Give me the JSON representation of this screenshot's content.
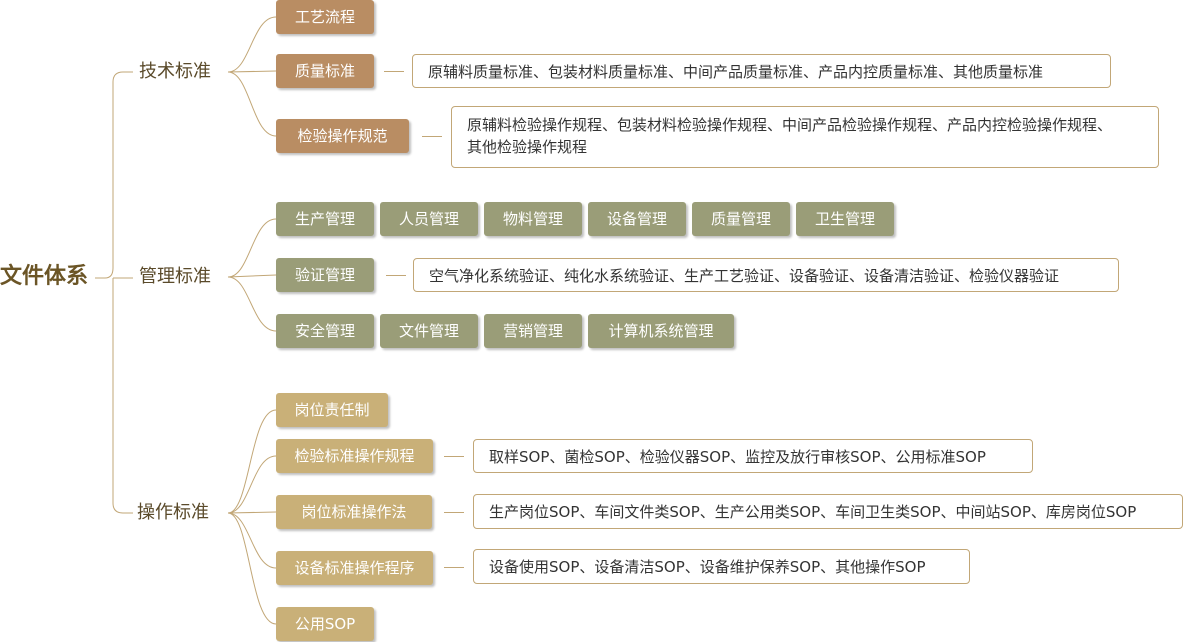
{
  "root": "文件体系",
  "colors": {
    "technical": "#b98d63",
    "management": "#9a9d78",
    "operation": "#c9b078",
    "line": "#c2a777",
    "root_text": "#6b5526"
  },
  "technical": {
    "label": "技术标准",
    "nodes": [
      "工艺流程",
      "质量标准",
      "检验操作规范"
    ],
    "details": {
      "quality": "原辅料质量标准、包装材料质量标准、中间产品质量标准、产品内控质量标准、其他质量标准",
      "inspection_line1": "原辅料检验操作规程、包装材料检验操作规程、中间产品检验操作规程、产品内控检验操作规程、",
      "inspection_line2": "其他检验操作规程"
    }
  },
  "management": {
    "label": "管理标准",
    "row1": [
      "生产管理",
      "人员管理",
      "物料管理",
      "设备管理",
      "质量管理",
      "卫生管理"
    ],
    "validation": "验证管理",
    "validation_detail": "空气净化系统验证、纯化水系统验证、生产工艺验证、设备验证、设备清洁验证、检验仪器验证",
    "row3": [
      "安全管理",
      "文件管理",
      "营销管理",
      "计算机系统管理"
    ]
  },
  "operation": {
    "label": "操作标准",
    "nodes": [
      "岗位责任制",
      "检验标准操作规程",
      "岗位标准操作法",
      "设备标准操作程序",
      "公用SOP"
    ],
    "details": {
      "inspection": "取样SOP、菌检SOP、检验仪器SOP、监控及放行审核SOP、公用标准SOP",
      "post": "生产岗位SOP、车间文件类SOP、生产公用类SOP、车间卫生类SOP、中间站SOP、库房岗位SOP",
      "equipment": "设备使用SOP、设备清洁SOP、设备维护保养SOP、其他操作SOP"
    }
  }
}
